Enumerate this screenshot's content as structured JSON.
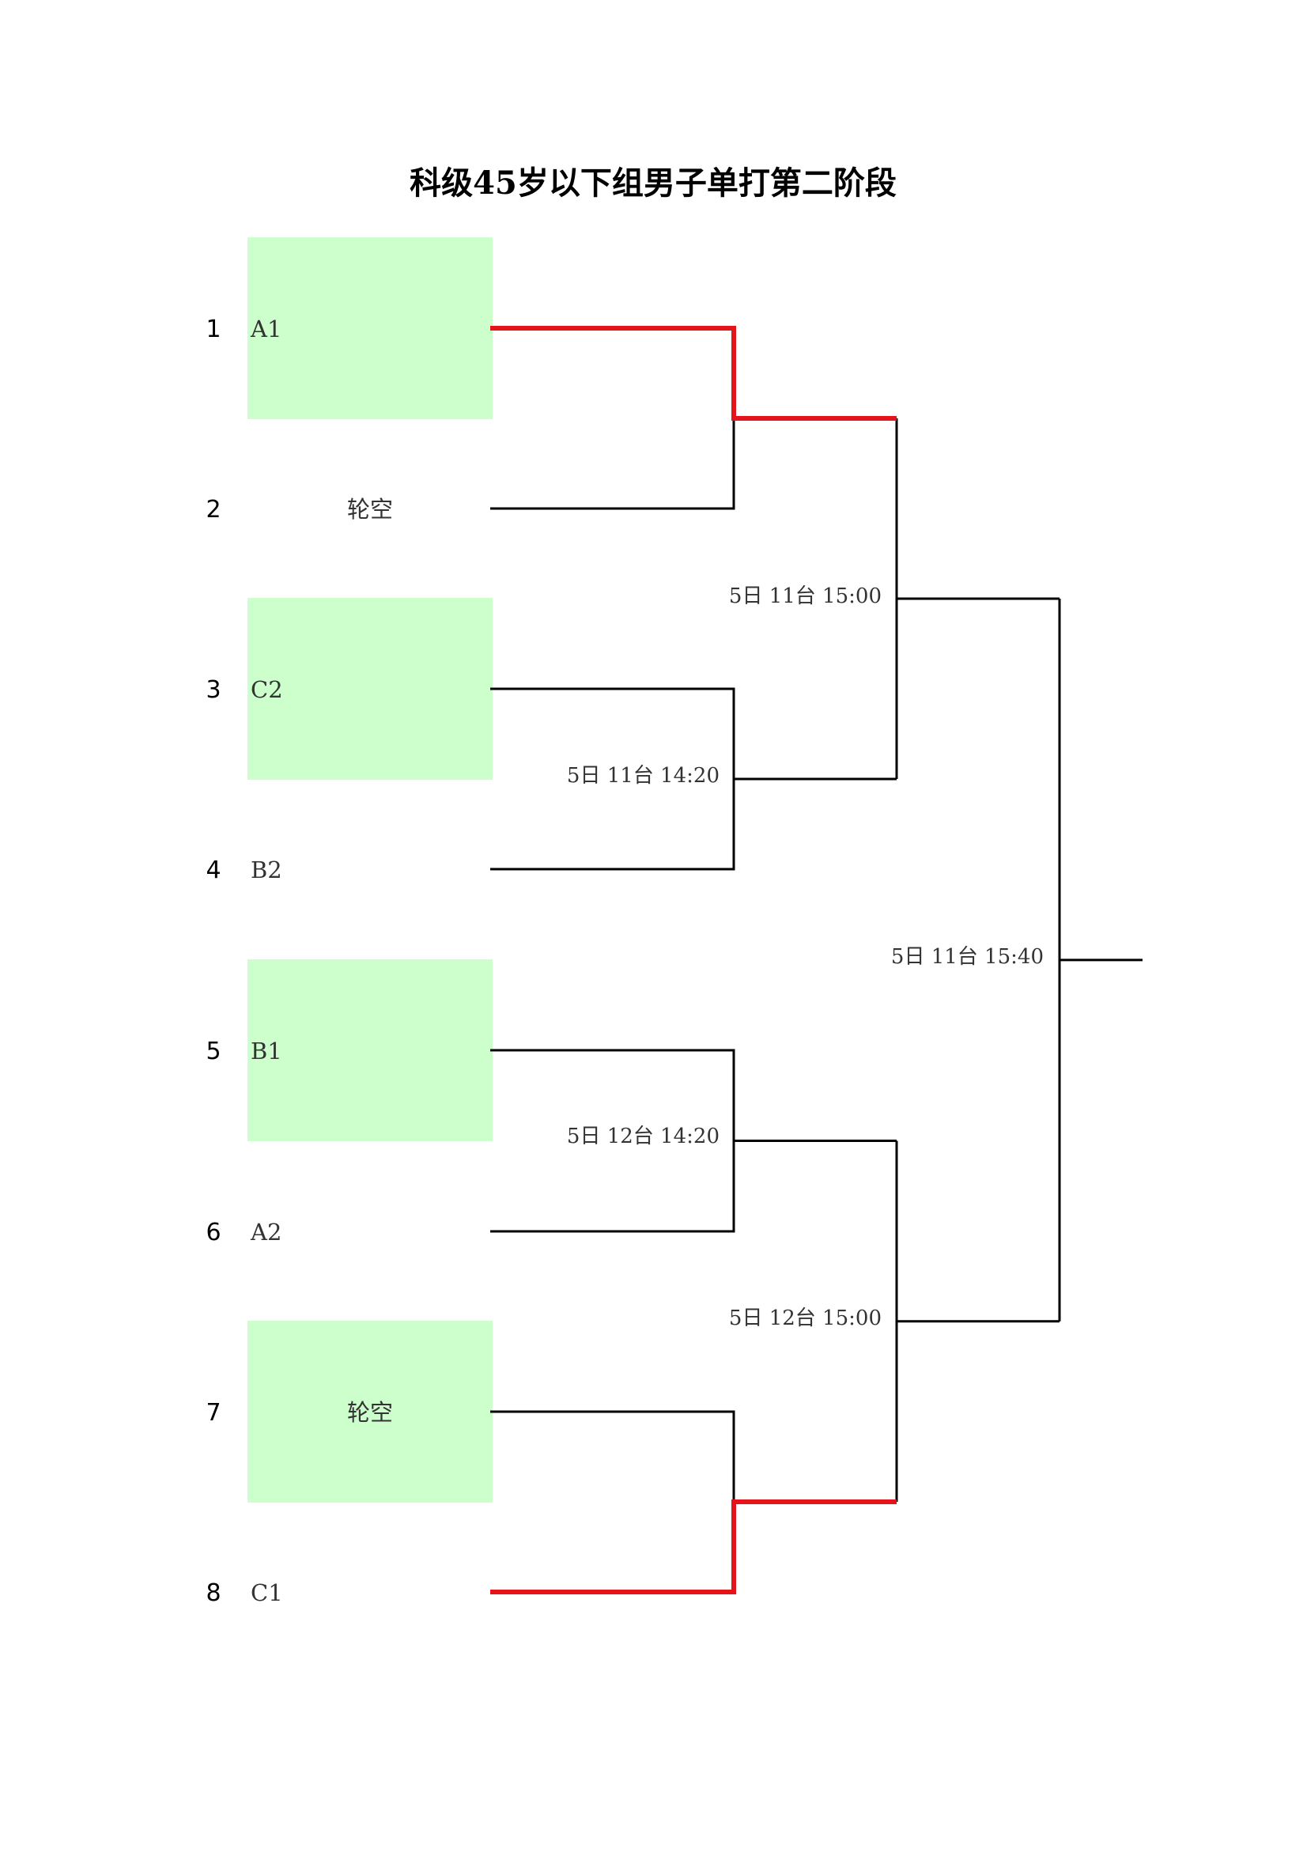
{
  "title": "科级45岁以下组男子单打第二阶段",
  "colors": {
    "highlight_box": "#ccffcc",
    "line": "#000000",
    "winner_path": "#e5141b"
  },
  "entries": [
    {
      "seed": "1",
      "name": "A1",
      "highlighted": true
    },
    {
      "seed": "2",
      "name": "轮空",
      "highlighted": false
    },
    {
      "seed": "3",
      "name": "C2",
      "highlighted": true
    },
    {
      "seed": "4",
      "name": "B2",
      "highlighted": false
    },
    {
      "seed": "5",
      "name": "B1",
      "highlighted": true
    },
    {
      "seed": "6",
      "name": "A2",
      "highlighted": false
    },
    {
      "seed": "7",
      "name": "轮空",
      "highlighted": true
    },
    {
      "seed": "8",
      "name": "C1",
      "highlighted": false
    }
  ],
  "matches": {
    "r1_m1": "",
    "r1_m2": "5日  11台  14:20",
    "r1_m3": "5日  12台  14:20",
    "r1_m4": "",
    "semi_1": "5日  11台  15:00",
    "semi_2": "5日  12台  15:00",
    "final": "5日  11台  15:40"
  }
}
